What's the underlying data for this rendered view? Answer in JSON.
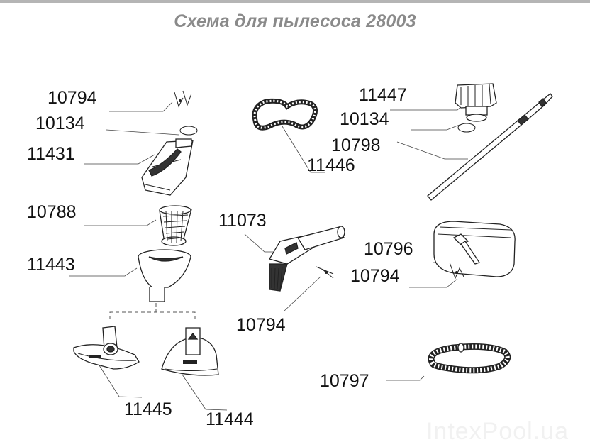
{
  "title": "Схема для пылесоса 28003",
  "watermark": "IntexPool.ua",
  "parts": {
    "p_10794_a": "10794",
    "p_10134_a": "10134",
    "p_11431": "11431",
    "p_10788": "10788",
    "p_11443": "11443",
    "p_11445": "11445",
    "p_11444": "11444",
    "p_11446": "11446",
    "p_11073": "11073",
    "p_10794_b": "10794",
    "p_11447": "11447",
    "p_10134_b": "10134",
    "p_10798": "10798",
    "p_10796": "10796",
    "p_10794_c": "10794",
    "p_10797": "10797"
  }
}
